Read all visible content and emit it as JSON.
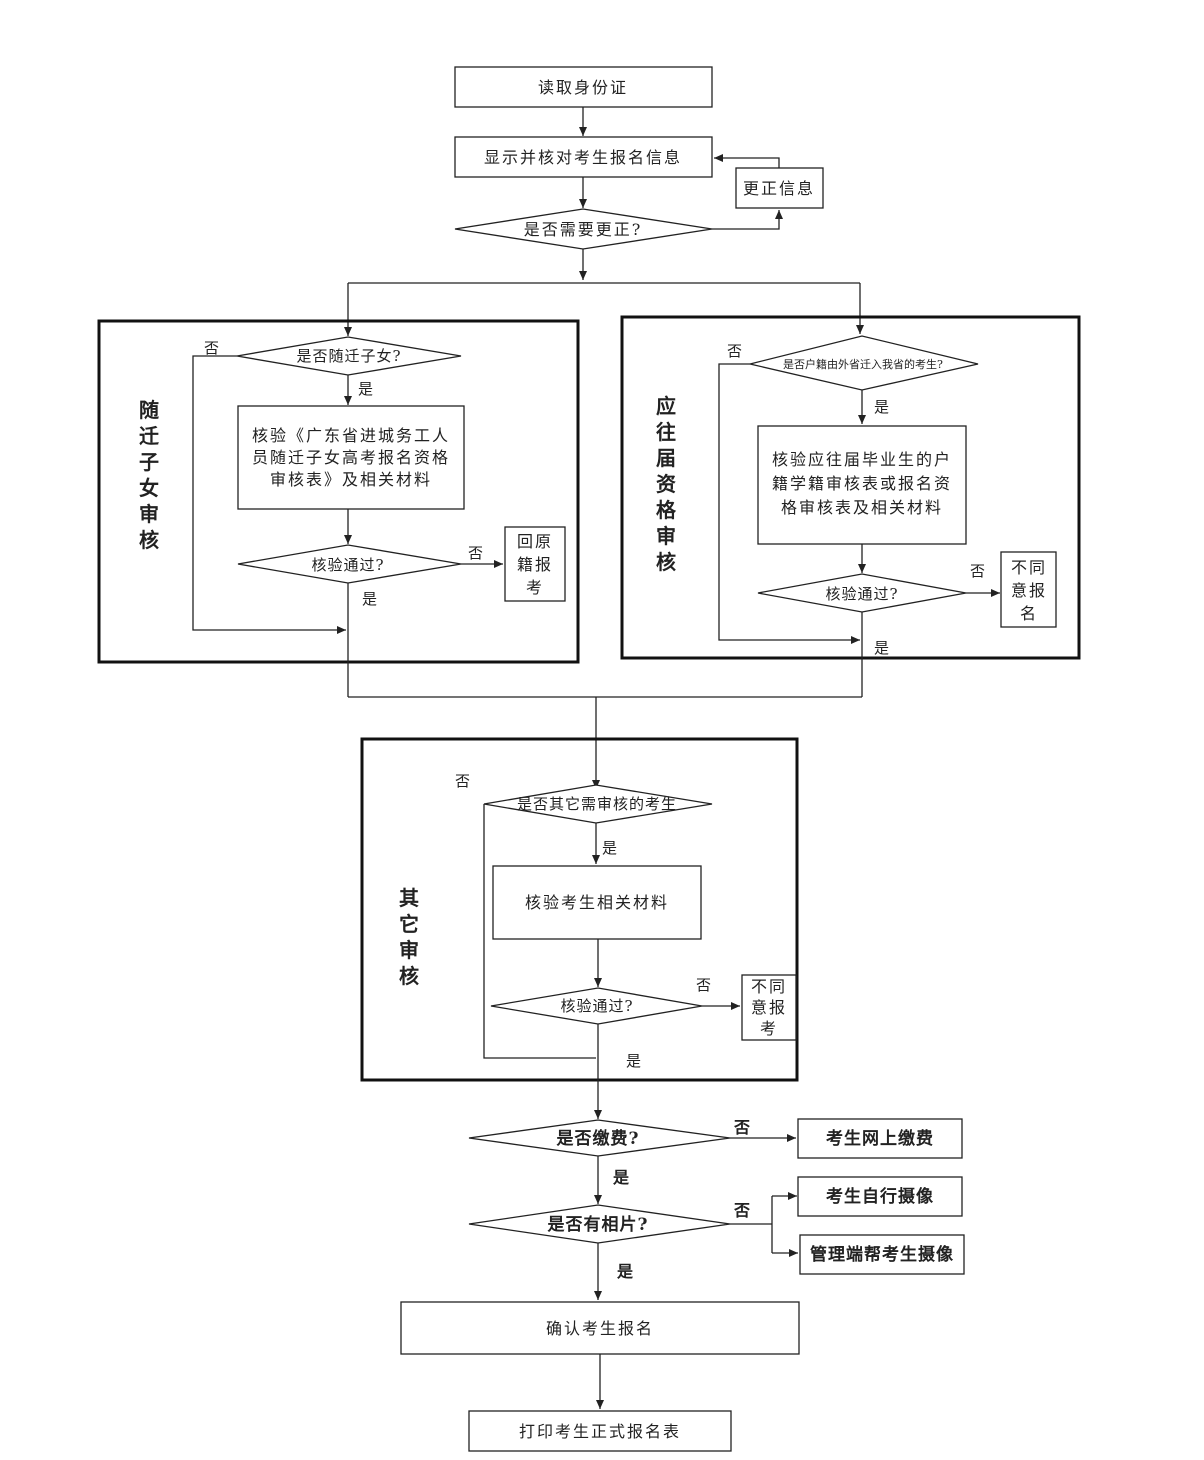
{
  "nodes": {
    "read_id": "读取身份证",
    "display_verify": "显示并核对考生报名信息",
    "correct_info": "更正信息",
    "need_correct": "是否需要更正?",
    "migrant_q": "是否随迁子女?",
    "migrant_verify": [
      "核验《广东省进城务工人",
      "员随迁子女高考报名资格",
      "审核表》及相关材料"
    ],
    "migrant_pass_q": "核验通过?",
    "return_origin": [
      "回原",
      "籍报",
      "考"
    ],
    "fresh_q": "是否户籍由外省迁入我省的考生?",
    "fresh_verify": [
      "核验应往届毕业生的户",
      "籍学籍审核表或报名资",
      "格审核表及相关材料"
    ],
    "fresh_pass_q": "核验通过?",
    "fresh_reject": [
      "不同",
      "意报",
      "名"
    ],
    "other_q": "是否其它需审核的考生",
    "other_verify": "核验考生相关材料",
    "other_pass_q": "核验通过?",
    "other_reject": [
      "不同",
      "意报",
      "考"
    ],
    "fee_q": "是否缴费?",
    "online_fee": "考生网上缴费",
    "photo_q": "是否有相片?",
    "self_photo": "考生自行摄像",
    "admin_photo": "管理端帮考生摄像",
    "confirm": "确认考生报名",
    "print_form": "打印考生正式报名表"
  },
  "sections": {
    "migrant": [
      "随",
      "迁",
      "子",
      "女",
      "审",
      "核"
    ],
    "fresh": [
      "应",
      "往",
      "届",
      "资",
      "格",
      "审",
      "核"
    ],
    "other": [
      "其",
      "它",
      "审",
      "核"
    ]
  },
  "edge_labels": {
    "yes": "是",
    "no": "否"
  }
}
